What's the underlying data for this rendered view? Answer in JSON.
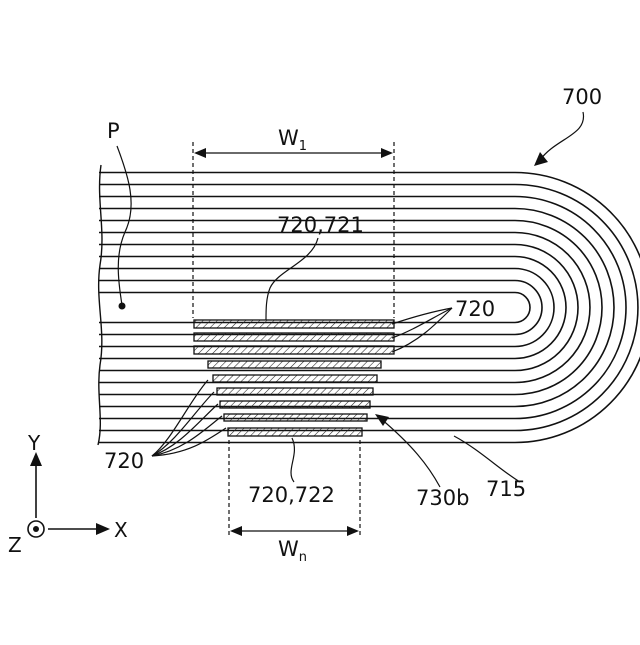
{
  "figure": {
    "ref_700": "700",
    "label_p": "P",
    "w1": {
      "main": "W",
      "sub": "1"
    },
    "wn": {
      "main": "W",
      "sub": "n"
    },
    "label_720_721": "720,721",
    "label_720_right": "720",
    "label_720_left": "720",
    "label_720_722": "720,722",
    "label_730b": "730b",
    "label_715": "715",
    "axes": {
      "y": "Y",
      "x": "X",
      "z": "Z"
    },
    "colors": {
      "ink": "#111111",
      "background": "#ffffff"
    }
  }
}
